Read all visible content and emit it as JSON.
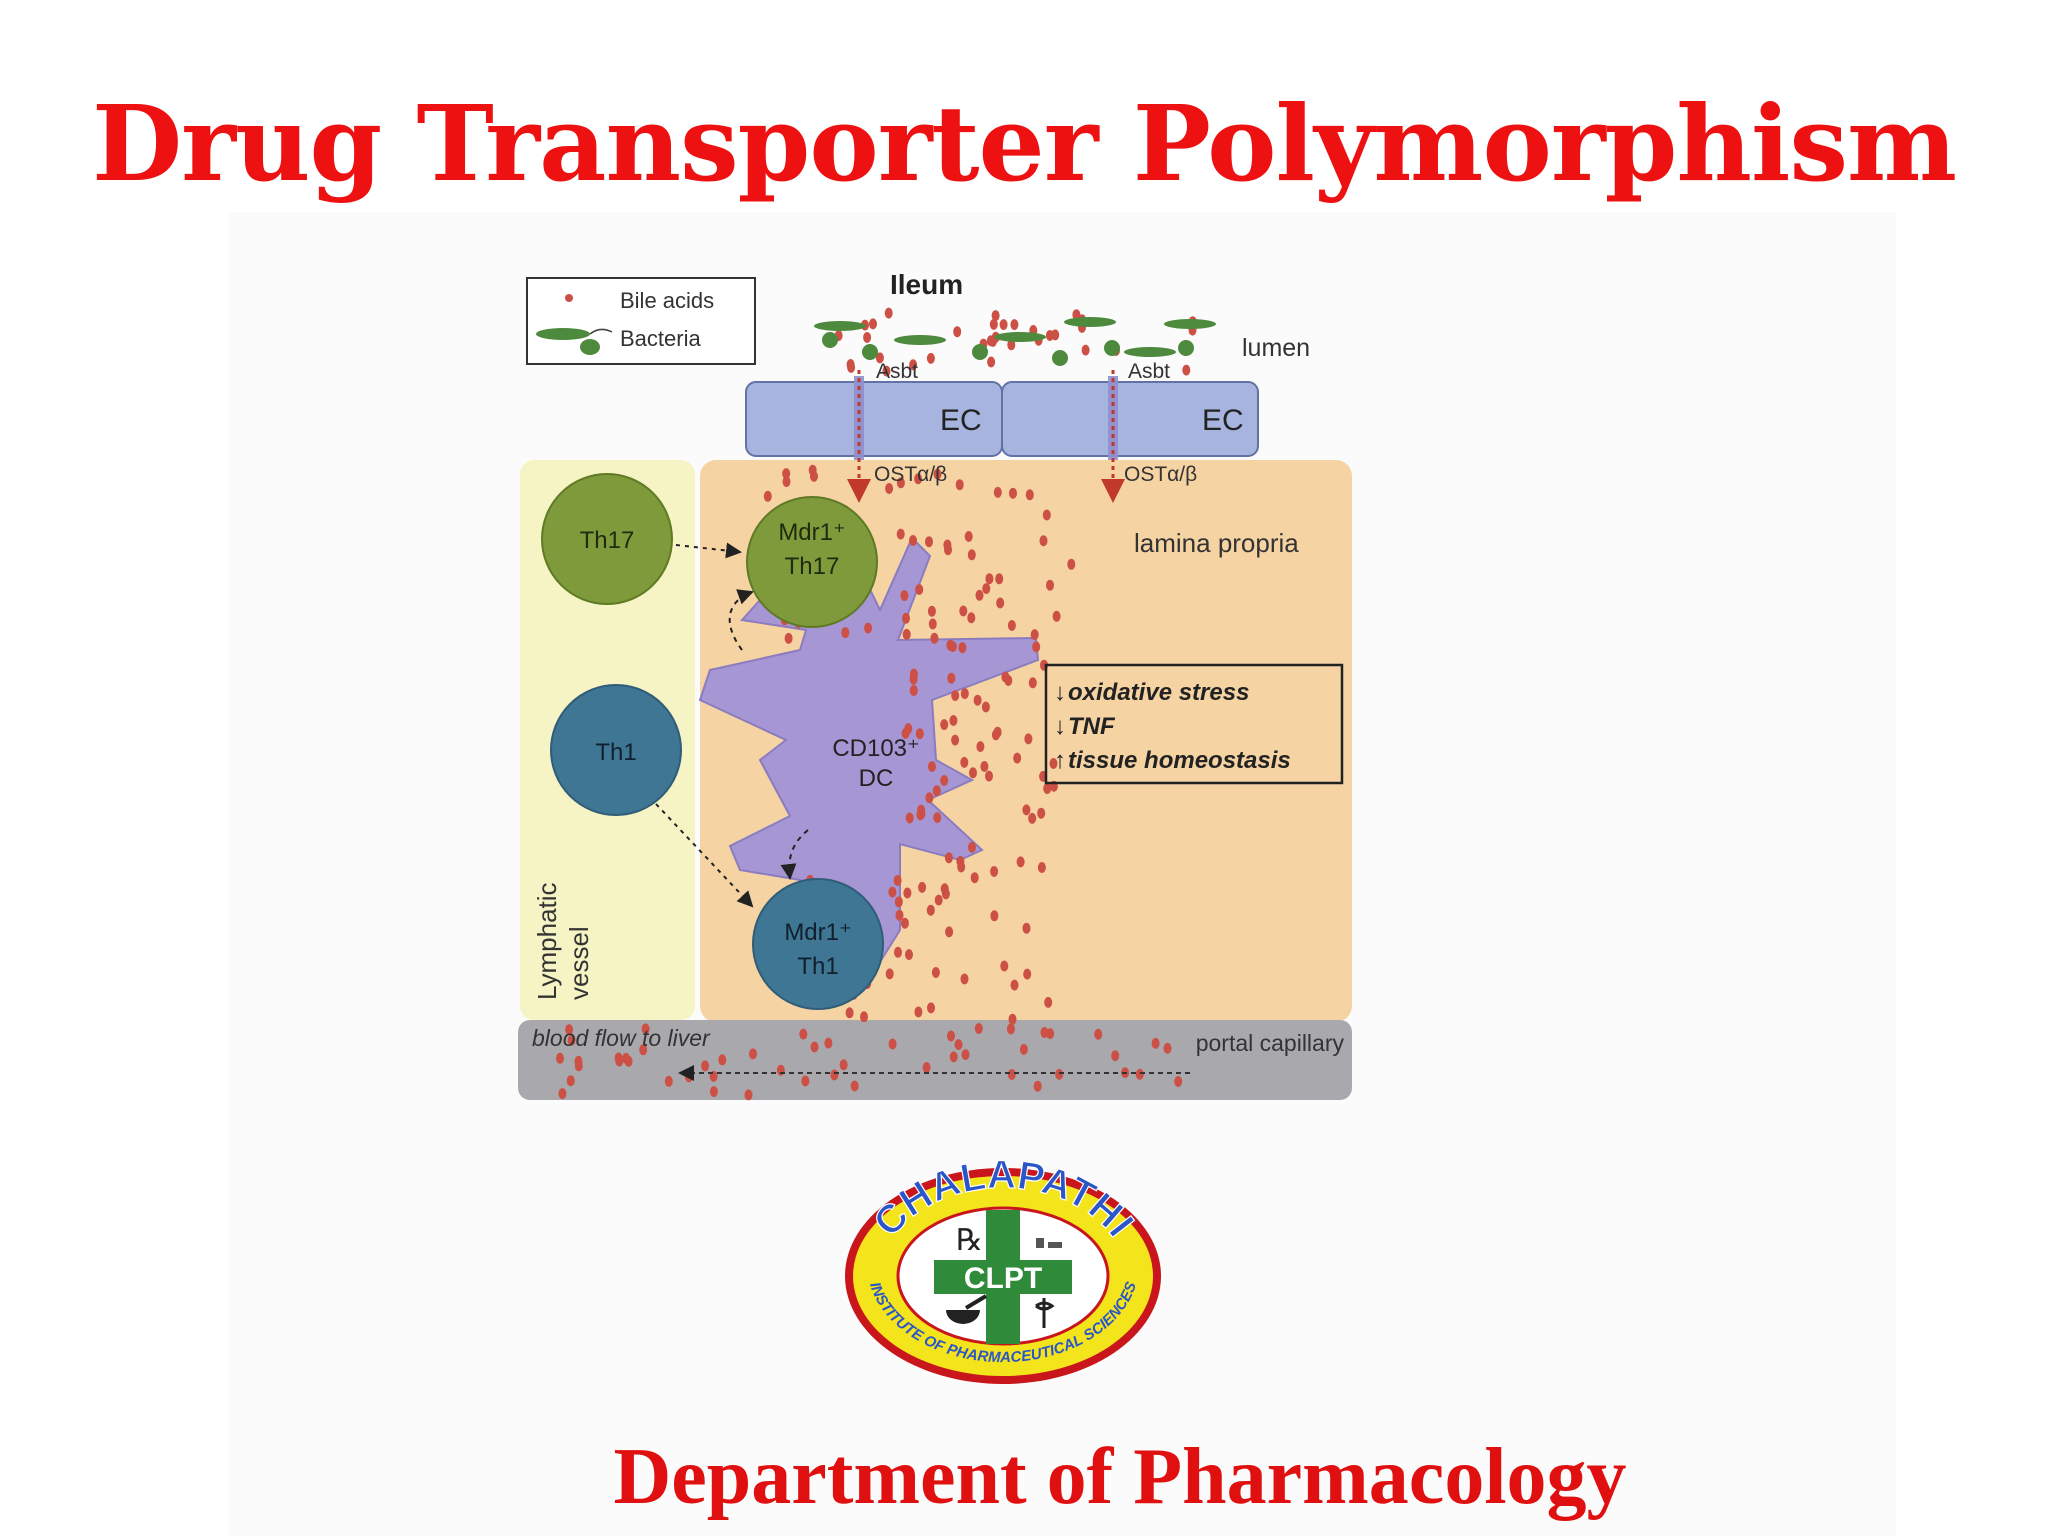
{
  "slide": {
    "title": "Drug Transporter Polymorphism",
    "footer": "Department of Pharmacology"
  },
  "diagram": {
    "heading": "Ileum",
    "legend": {
      "bile_acids": "Bile acids",
      "bacteria": "Bacteria"
    },
    "lumen": "lumen",
    "transporter_top": "Asbt",
    "cell": "EC",
    "transporter_bottom": "OSTα/β",
    "lamina_propria": "lamina propria",
    "lymphatic_vessel": [
      "Lymphatic",
      "vessel"
    ],
    "th17": "Th17",
    "mdr1_th17": [
      "Mdr1⁺",
      "Th17"
    ],
    "th1": "Th1",
    "mdr1_th1": [
      "Mdr1⁺",
      "Th1"
    ],
    "dendritic_cell": [
      "CD103⁺",
      "DC"
    ],
    "effects": [
      {
        "arrow": "↓",
        "text": "oxidative stress"
      },
      {
        "arrow": "↓",
        "text": "TNF"
      },
      {
        "arrow": "↑",
        "text": "tissue homeostasis"
      }
    ],
    "blood_flow": "blood flow to liver",
    "portal_capillary": "portal capillary"
  },
  "logo": {
    "name_top": "CHALAPATHI",
    "center": "CLPT",
    "rx": "℞",
    "ring": "INSTITUTE OF PHARMACEUTICAL SCIENCES"
  },
  "colors": {
    "title_red": "#ee1111",
    "epithelium": "#a6b4df",
    "lamina": "#f5d3a3",
    "lymph": "#f6f4c5",
    "th17_green": "#7e9a3a",
    "th1_blue": "#3f7694",
    "dc_purple": "#a796d4",
    "bile_dot": "#cc5045",
    "bacteria": "#4e8a3d",
    "capillary": "#a9a9ad"
  }
}
